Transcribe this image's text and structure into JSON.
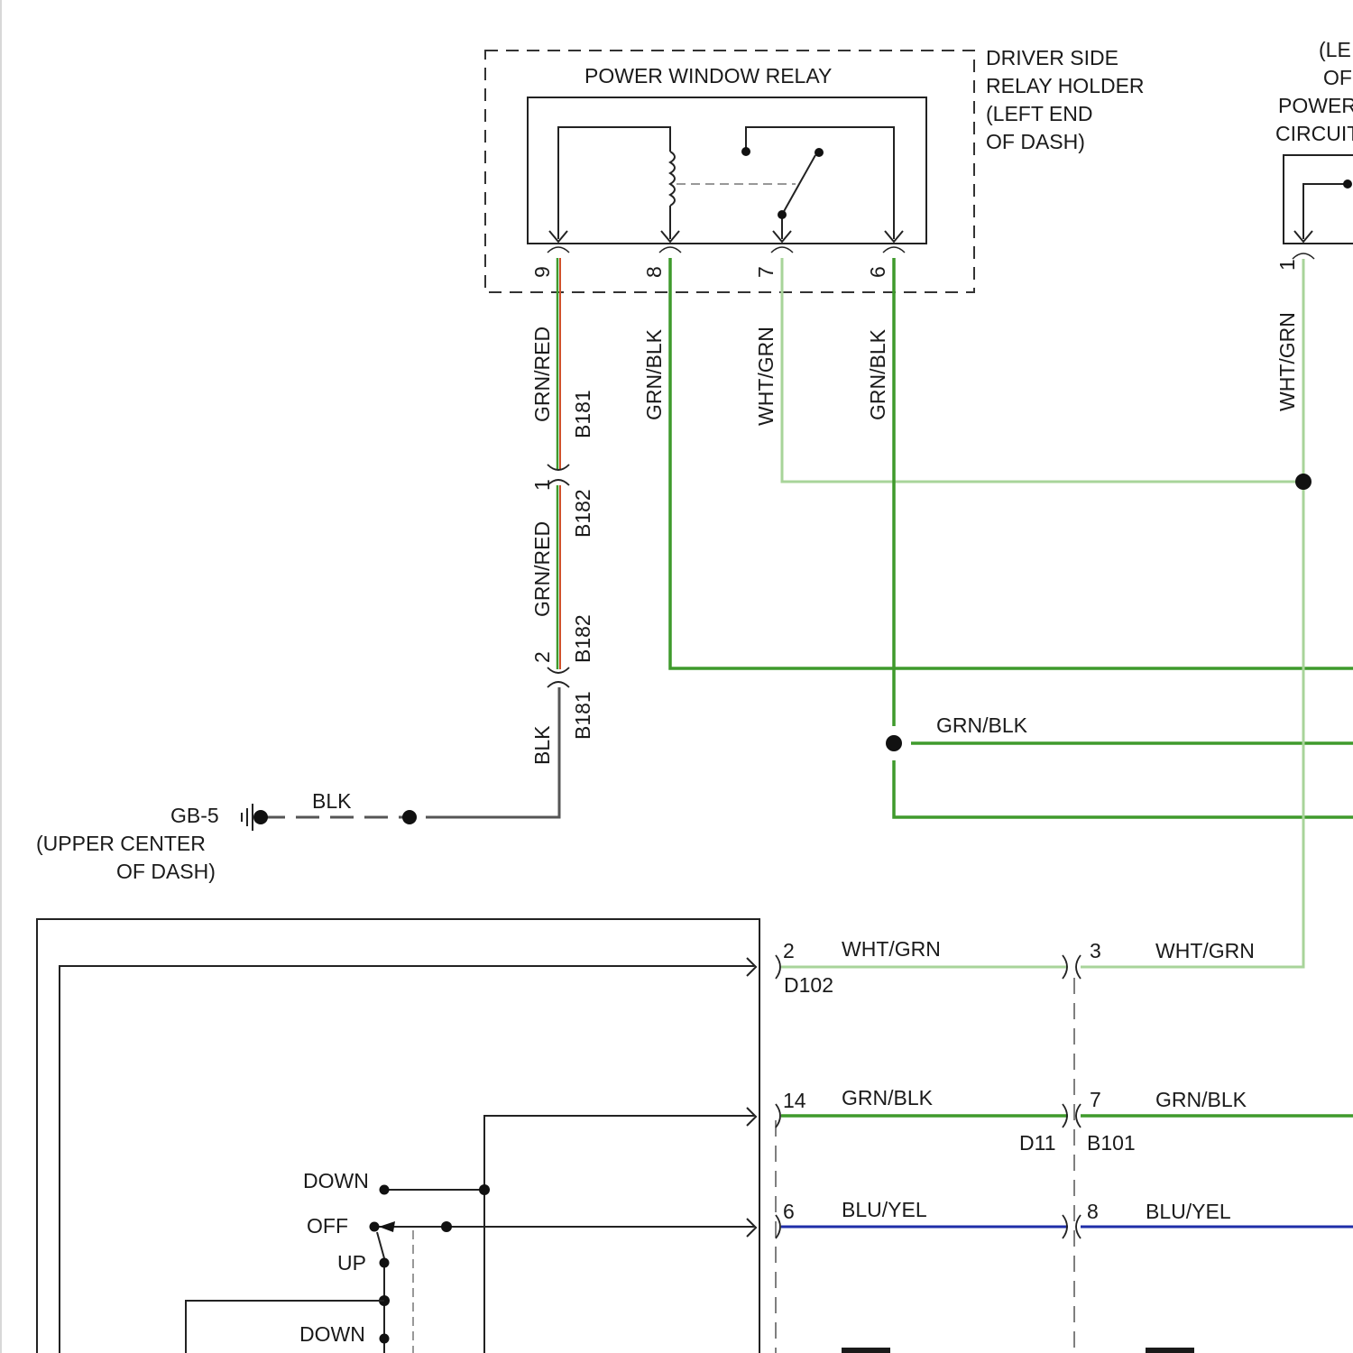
{
  "relay": {
    "title": "POWER WINDOW RELAY",
    "holder_lines": [
      "DRIVER SIDE",
      "RELAY HOLDER",
      "(LEFT END",
      "OF DASH)"
    ],
    "pins": {
      "p9": "9",
      "p8": "8",
      "p7": "7",
      "p6": "6"
    }
  },
  "right_block": {
    "lines": [
      "(LE",
      "OF",
      "POWER",
      "CIRCUIT"
    ],
    "pin": "1",
    "wire": "WHT/GRN"
  },
  "wires": {
    "pin9": "GRN/RED",
    "pin8": "GRN/BLK",
    "pin7": "WHT/GRN",
    "pin6": "GRN/BLK",
    "b182": "GRN/RED",
    "blk_vertical": "BLK",
    "blk_ground": "BLK",
    "grn_blk_branch": "GRN/BLK"
  },
  "connectors": {
    "b181_top": "B181",
    "b182_pin": "1",
    "b182_top": "B182",
    "b182_bottom": "B182",
    "b182_pin2": "2",
    "b181_bottom": "B181"
  },
  "ground": {
    "id": "GB-5",
    "location_lines": [
      "(UPPER CENTER",
      "OF DASH)"
    ]
  },
  "switch": {
    "positions": [
      "DOWN",
      "OFF",
      "UP",
      "DOWN"
    ]
  },
  "harness_rows": [
    {
      "left_pin": "2",
      "left_wire": "WHT/GRN",
      "left_conn": "D102",
      "right_pin": "3",
      "right_wire": "WHT/GRN",
      "color": "#a8d49a"
    },
    {
      "left_pin": "14",
      "left_wire": "GRN/BLK",
      "left_conn": "D11",
      "right_pin": "7",
      "right_wire": "GRN/BLK",
      "right_conn": "B101",
      "color": "#3f9a2c"
    },
    {
      "left_pin": "6",
      "left_wire": "BLU/YEL",
      "right_pin": "8",
      "right_wire": "BLU/YEL",
      "color": "#1f2ea8"
    }
  ],
  "colors": {
    "grn_blk": "#3f9a2c",
    "wht_grn": "#a8d49a",
    "blu_yel": "#1f2ea8",
    "grn_red_green": "#3f9a2c",
    "grn_red_red": "#d0502a",
    "blk": "#555555"
  }
}
